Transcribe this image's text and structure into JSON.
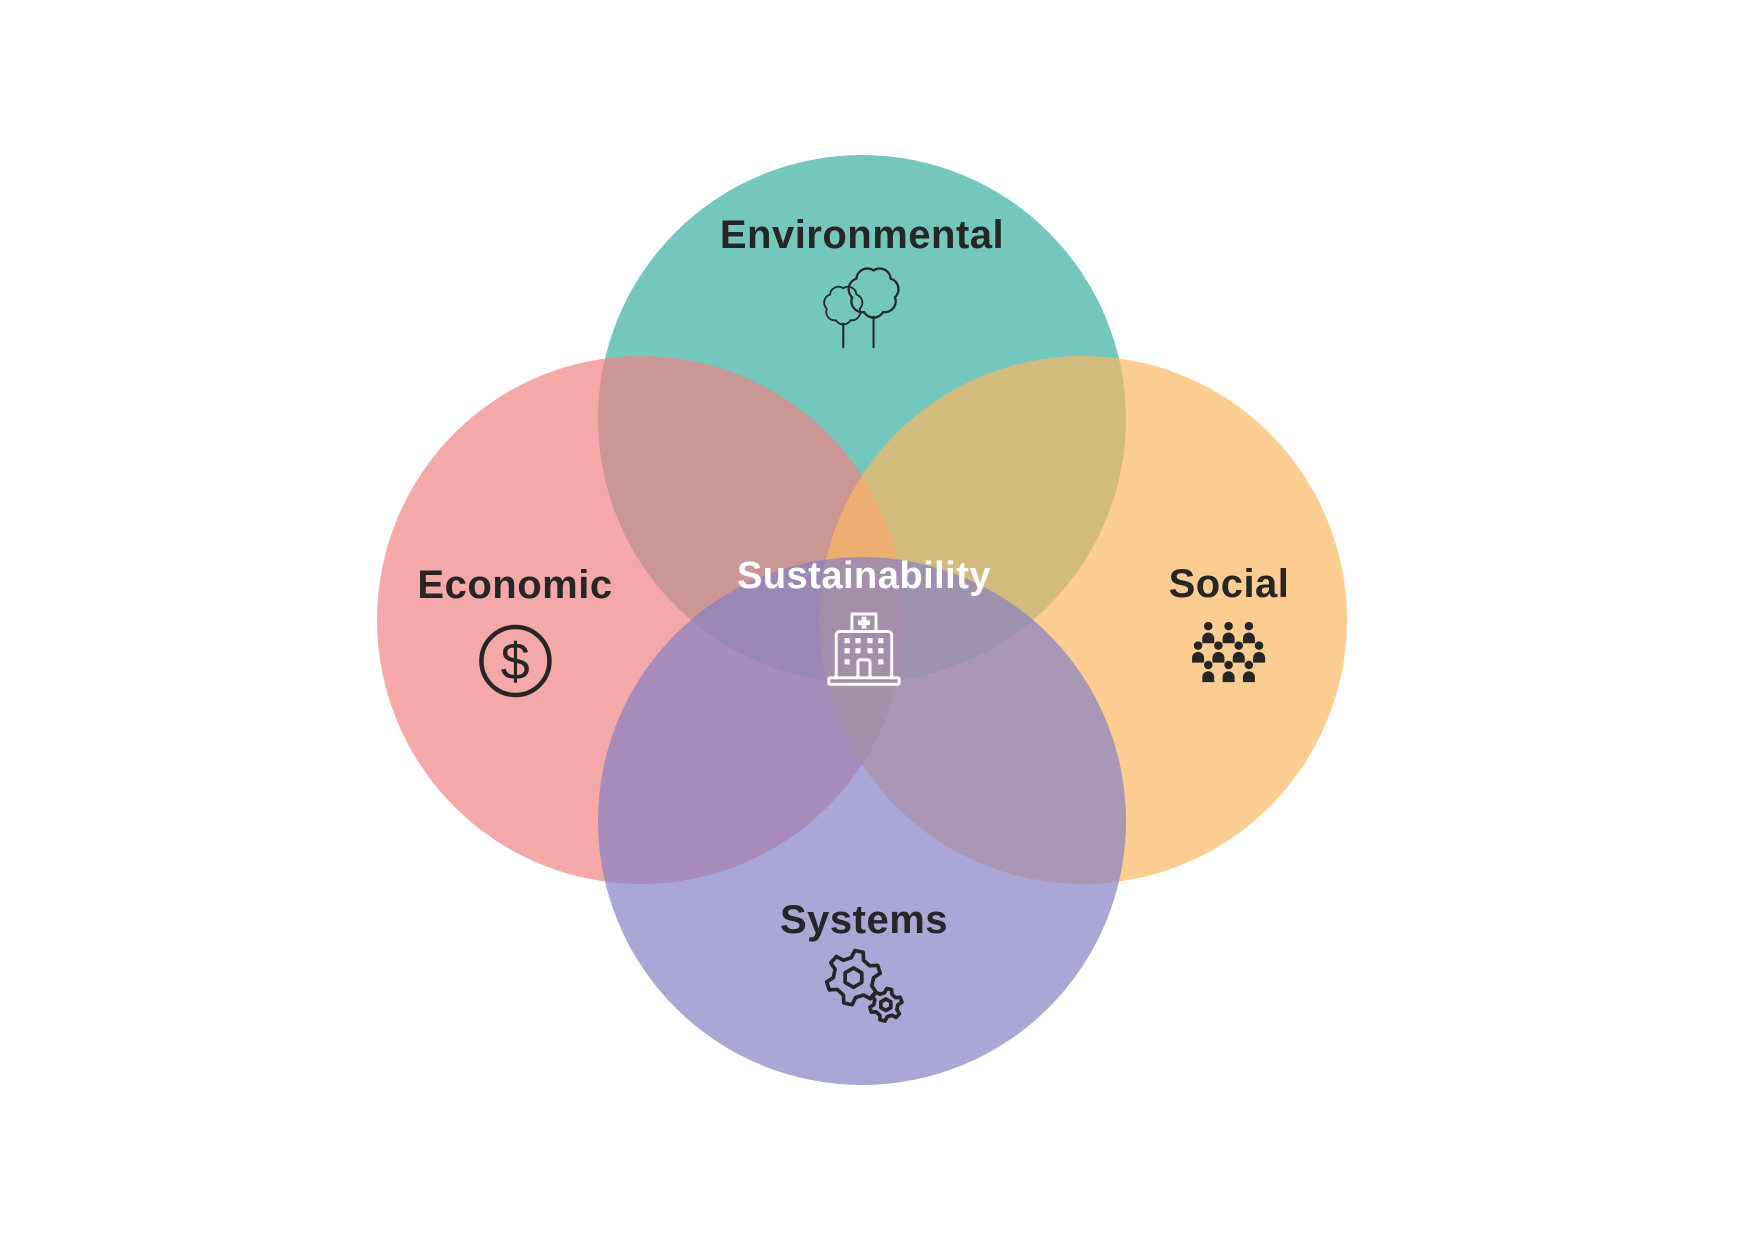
{
  "background_color": "#FFFFFF",
  "text_color": "#262626",
  "icon_color": "#1A1A1A",
  "circles": [
    {
      "id": "environmental",
      "label": "Environmental",
      "color": "#38AF9F",
      "visible_fill": "#74C7BC",
      "icon": "trees-icon"
    },
    {
      "id": "economic",
      "label": "Economic",
      "color": "#F18383",
      "visible_fill": "#F5A8A8",
      "icon": "dollar-circle-icon"
    },
    {
      "id": "social",
      "label": "Social",
      "color": "#FBB863",
      "visible_fill": "#FCCD92",
      "icon": "people-group-icon"
    },
    {
      "id": "systems",
      "label": "Systems",
      "color": "#8680C4",
      "visible_fill": "#AAA6D6",
      "icon": "gears-icon"
    }
  ],
  "center": {
    "label": "Sustainability",
    "text_color": "#FFFFFF",
    "icon": "hospital-icon"
  }
}
